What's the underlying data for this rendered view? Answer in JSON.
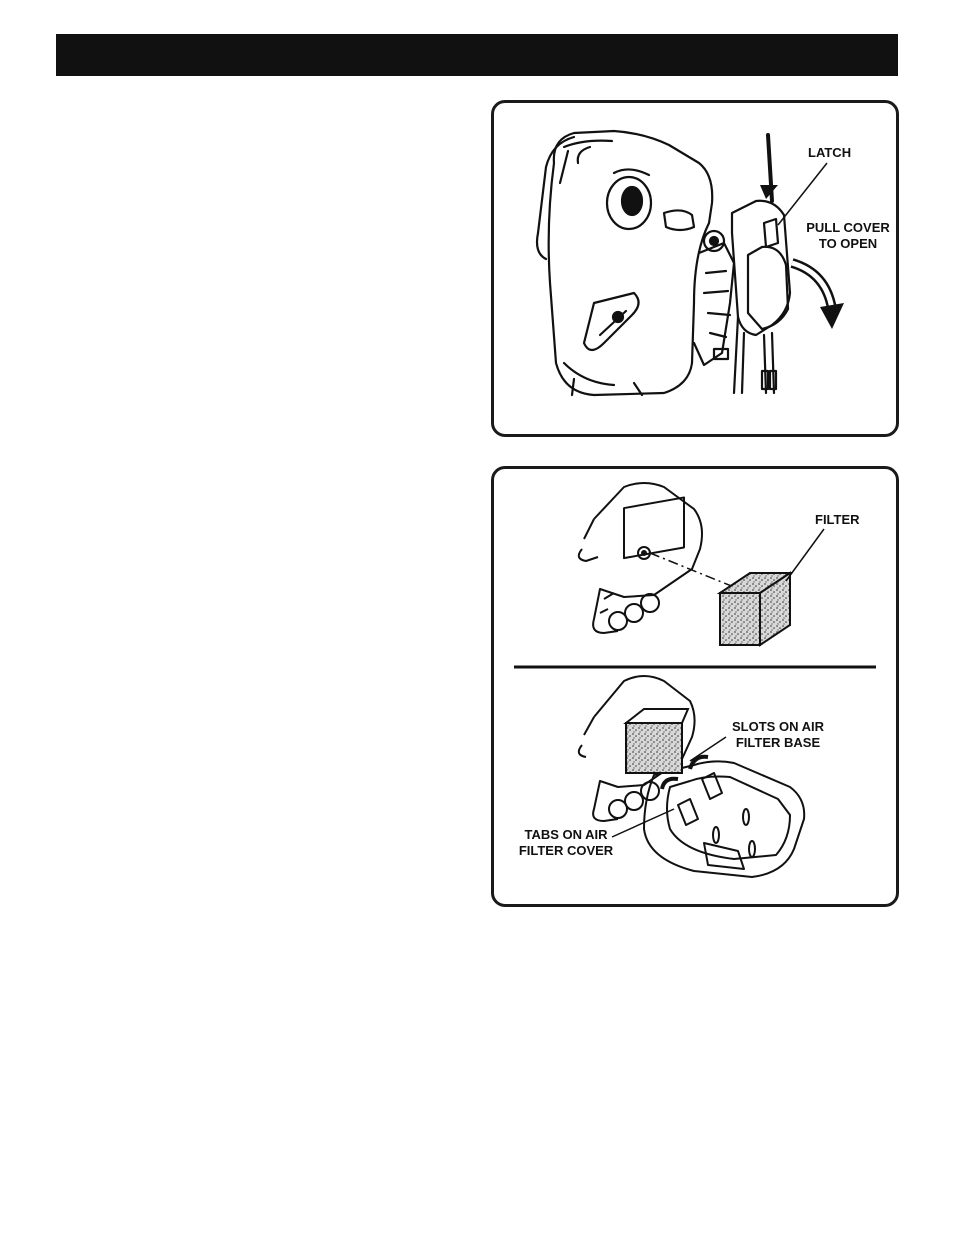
{
  "header": {
    "title": ""
  },
  "figure1": {
    "labels": {
      "latch": "LATCH",
      "pull_cover_line1": "PULL COVER",
      "pull_cover_line2": "TO OPEN"
    }
  },
  "figure2": {
    "labels": {
      "filter": "FILTER",
      "slots_line1": "SLOTS ON AIR",
      "slots_line2": "FILTER BASE",
      "tabs_line1": "TABS ON AIR",
      "tabs_line2": "FILTER COVER"
    }
  }
}
